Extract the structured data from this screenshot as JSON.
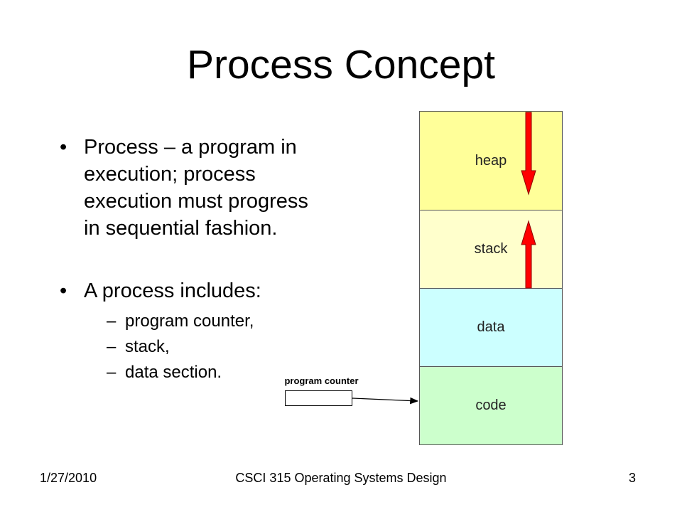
{
  "slide": {
    "title": "Process Concept",
    "bullet_glyph": "•",
    "dash_glyph": "–",
    "bullets": [
      "Process – a program in execution; process execution must progress in sequential fashion.",
      "A process includes:"
    ],
    "sub_items": [
      "program counter,",
      "stack,",
      "data section."
    ]
  },
  "diagram": {
    "segments": [
      "heap",
      "stack",
      "data",
      "code"
    ],
    "program_counter_label": "program counter",
    "colors": {
      "heap": "#ffff99",
      "stack": "#ffffcc",
      "data": "#ccffff",
      "code": "#ccffcc",
      "growth_arrows": "#ff0000"
    }
  },
  "footer": {
    "date": "1/27/2010",
    "course": "CSCI 315 Operating Systems Design",
    "page": "3"
  }
}
